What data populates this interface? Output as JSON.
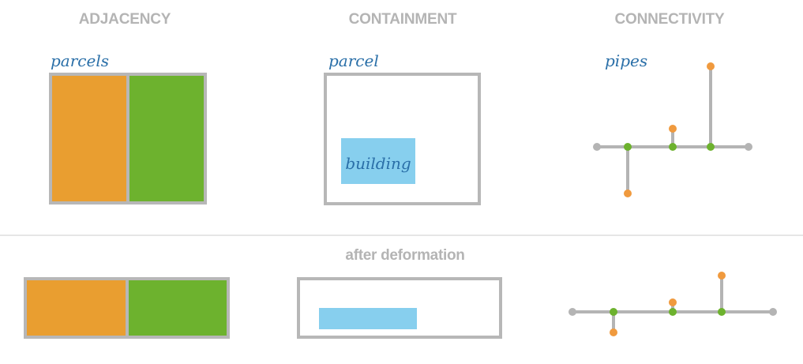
{
  "headings": {
    "adjacency": "ADJACENCY",
    "containment": "CONTAINMENT",
    "connectivity": "CONNECTIVITY",
    "after_deformation": "after deformation"
  },
  "labels": {
    "parcels": "parcels",
    "parcel": "parcel",
    "building": "building",
    "pipes": "pipes"
  },
  "colors": {
    "heading_gray": "#b4b4b4",
    "frame_gray": "#b7b7b7",
    "label_blue": "#2a6fa8",
    "parcel_orange": "#e99e30",
    "parcel_green": "#6db22e",
    "building_blue": "#87cfee",
    "node_gray": "#b4b4b4",
    "node_green": "#6db22e",
    "node_orange": "#f09a3e",
    "divider": "#dddddd"
  }
}
